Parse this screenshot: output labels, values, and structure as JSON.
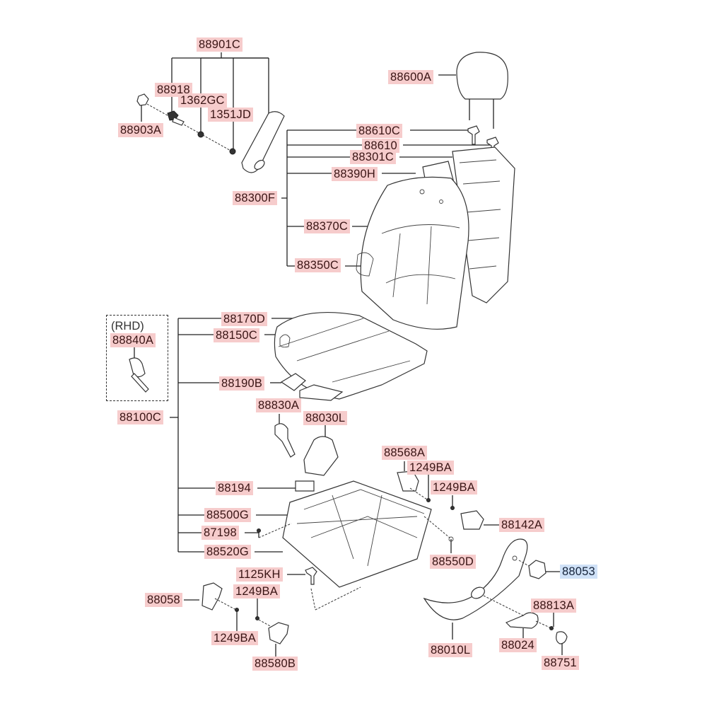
{
  "diagram": {
    "title": "Front seat assembly exploded view",
    "selected_part": "88053",
    "colors": {
      "label_bg": "#f6cccc",
      "selected_bg": "#cfe1f7",
      "line": "#222222"
    },
    "rhd_note": "(RHD)",
    "labels": {
      "88901C": "88901C",
      "88918": "88918",
      "1362GC": "1362GC",
      "1351JD": "1351JD",
      "88903A": "88903A",
      "88600A": "88600A",
      "88610C": "88610C",
      "88610": "88610",
      "88301C": "88301C",
      "88390H": "88390H",
      "88300F": "88300F",
      "88370C": "88370C",
      "88350C": "88350C",
      "88840A": "88840A",
      "88170D": "88170D",
      "88150C": "88150C",
      "88190B": "88190B",
      "88100C": "88100C",
      "88830A": "88830A",
      "88030L": "88030L",
      "88568A": "88568A",
      "1249BA_a": "1249BA",
      "1249BA_b": "1249BA",
      "88194": "88194",
      "88142A": "88142A",
      "88500G": "88500G",
      "87198": "87198",
      "88520G": "88520G",
      "88550D": "88550D",
      "88053": "88053",
      "1125KH": "1125KH",
      "1249BA_c": "1249BA",
      "88058": "88058",
      "1249BA_d": "1249BA",
      "88580B": "88580B",
      "88813A": "88813A",
      "88010L": "88010L",
      "88024": "88024",
      "88751": "88751"
    }
  }
}
